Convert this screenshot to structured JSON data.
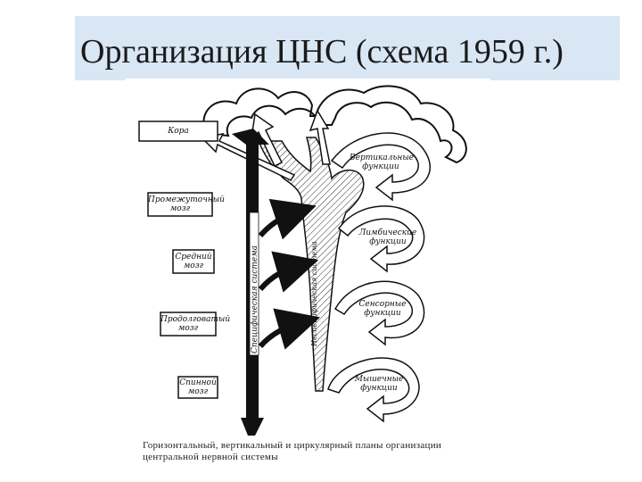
{
  "slide": {
    "title": "Организация ЦНС (схема 1959 г.)"
  },
  "diagram": {
    "levels": [
      {
        "label": "Кора"
      },
      {
        "label": "Промежуточный мозг"
      },
      {
        "label": "Средний мозг"
      },
      {
        "label": "Продолговатый мозг"
      },
      {
        "label": "Спинной мозг"
      }
    ],
    "systems": {
      "specific": "Специфическая система",
      "nonspecific": "Неспецифическая система"
    },
    "functions": [
      {
        "label": "Вертикальные функции"
      },
      {
        "label": "Лимбические функции"
      },
      {
        "label": "Сенсорные функции"
      },
      {
        "label": "Мышечные функции"
      }
    ],
    "caption": "Горизонтальный, вертикальный и циркулярный планы организации центральной нервной системы"
  }
}
